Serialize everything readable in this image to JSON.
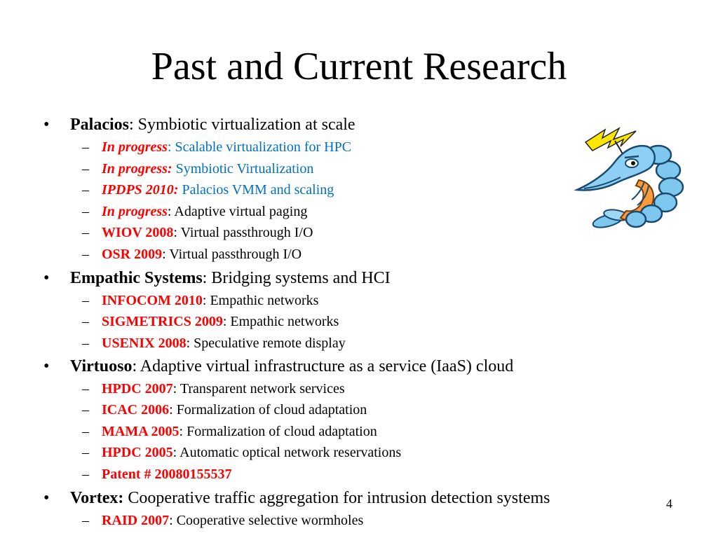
{
  "slide": {
    "title": "Past and Current Research",
    "page_number": "4"
  },
  "bullet_marker": "•",
  "sub_marker": "–",
  "colors": {
    "venue": "#ff0000",
    "in_progress_text": "#0070c0",
    "default_text": "#000000"
  },
  "mascot": {
    "icon": "lightning-shrimp-mascot-icon"
  },
  "sections": [
    {
      "title": "Palacios",
      "desc": ": Symbiotic virtualization at scale",
      "items": [
        {
          "venue": "In progress",
          "sep": ": ",
          "text": "Scalable virtualization for HPC"
        },
        {
          "venue": "In progress:",
          "sep": " ",
          "text": "Symbiotic Virtualization"
        },
        {
          "venue": "IPDPS 2010:",
          "sep": " ",
          "text": "Palacios VMM and scaling"
        },
        {
          "venue": "In progress",
          "sep": ": ",
          "text": "Adaptive virtual paging"
        },
        {
          "venue": "WIOV 2008",
          "sep": ": ",
          "text": "Virtual passthrough I/O"
        },
        {
          "venue": "OSR 2009",
          "sep": ": ",
          "text": "Virtual passthrough I/O"
        }
      ]
    },
    {
      "title": "Empathic Systems",
      "desc": ": Bridging systems and HCI",
      "items": [
        {
          "venue": "INFOCOM 2010",
          "sep": ": ",
          "text": "Empathic networks"
        },
        {
          "venue": "SIGMETRICS 2009",
          "sep": ": ",
          "text": "Empathic networks"
        },
        {
          "venue": "USENIX 2008",
          "sep": ": ",
          "text": "Speculative remote display"
        }
      ]
    },
    {
      "title": "Virtuoso",
      "desc": ": Adaptive virtual infrastructure as a service (IaaS) cloud",
      "items": [
        {
          "venue": "HPDC 2007",
          "sep": ": ",
          "text": "Transparent network services"
        },
        {
          "venue": "ICAC 2006",
          "sep": ": ",
          "text": "Formalization of cloud adaptation"
        },
        {
          "venue": "MAMA 2005",
          "sep": ": ",
          "text": "Formalization of cloud adaptation"
        },
        {
          "venue": "HPDC 2005",
          "sep": ": ",
          "text": "Automatic optical network reservations"
        },
        {
          "venue": "Patent # 20080155537",
          "sep": "",
          "text": ""
        }
      ]
    },
    {
      "title": "Vortex:",
      "desc": " Cooperative traffic aggregation for intrusion detection systems",
      "items": [
        {
          "venue": "RAID 2007",
          "sep": ": ",
          "text": "Cooperative selective wormholes"
        }
      ]
    }
  ]
}
